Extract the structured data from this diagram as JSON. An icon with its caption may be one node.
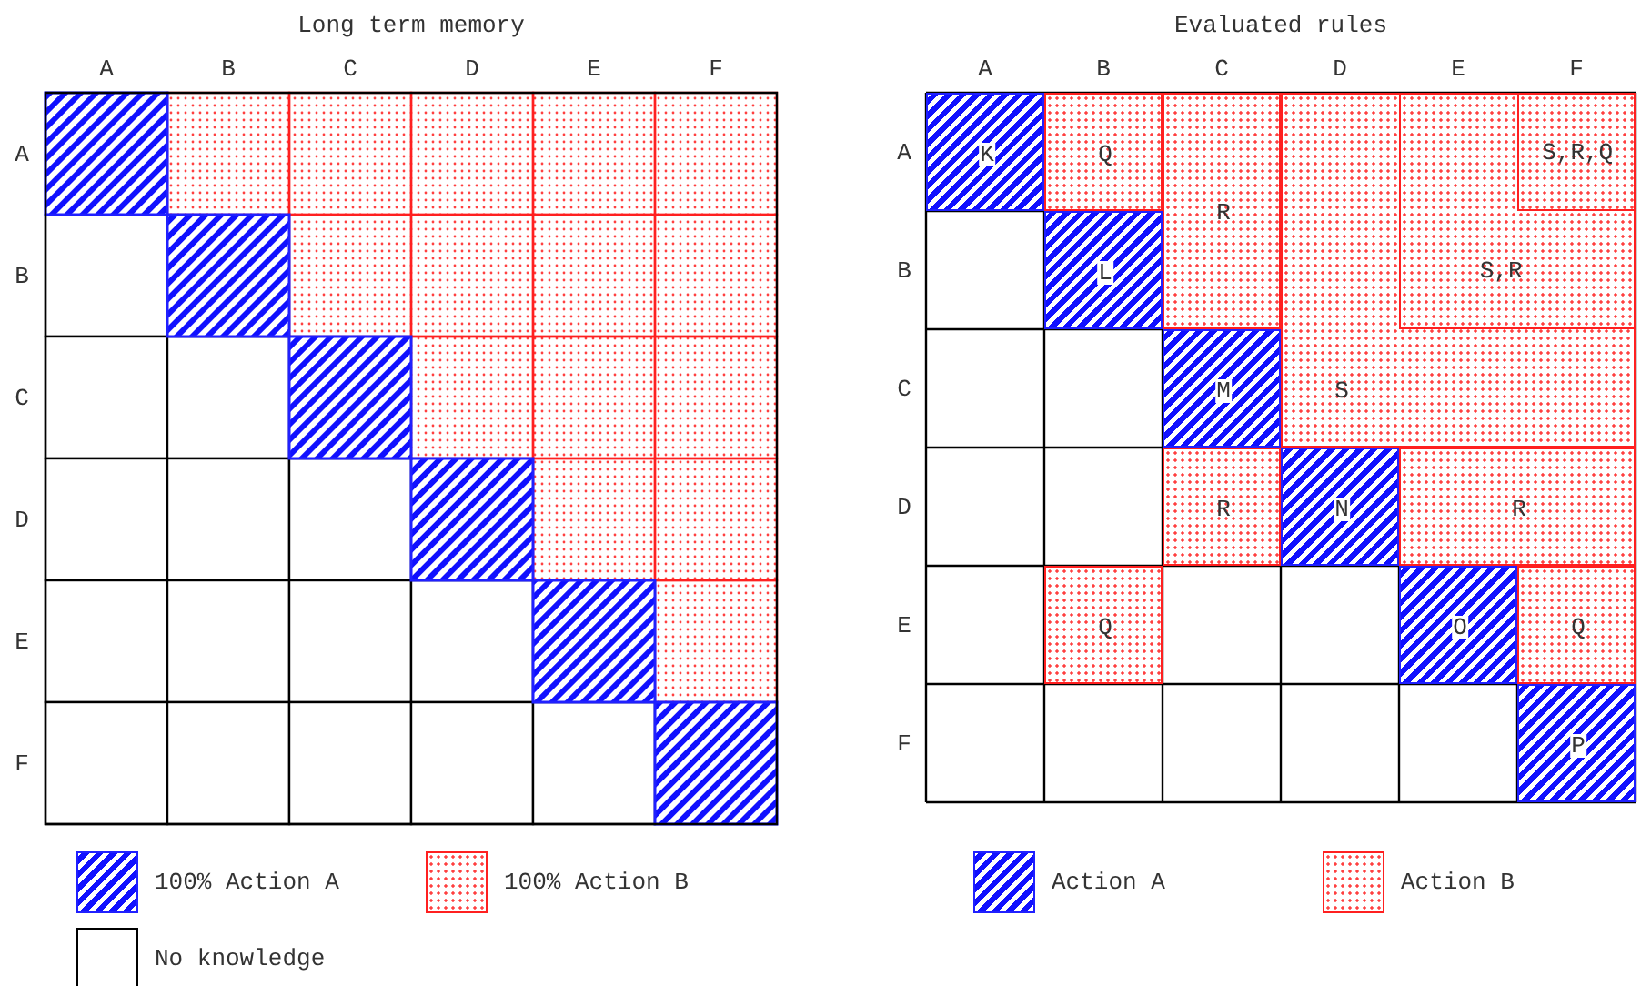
{
  "diagram": {
    "nodes": [
      {
        "text": [
          "K"
        ]
      },
      {
        "text": [
          "Q"
        ]
      },
      {
        "text": [
          "R"
        ]
      },
      {
        "text": [
          "S"
        ]
      },
      {
        "text": [
          "S,R"
        ],
        "in": 3
      },
      {
        "text": [
          "S,R,Q"
        ],
        "in": 4
      },
      {
        "text": [
          "L"
        ]
      },
      {
        "text": [
          "M"
        ]
      },
      {
        "text": [
          "R"
        ]
      },
      {
        "text": [
          "N"
        ]
      },
      {
        "text": [
          "R"
        ]
      },
      {
        "text": [
          "Q"
        ]
      },
      {
        "text": [
          "O"
        ]
      },
      {
        "text": [
          "Q"
        ]
      },
      {
        "text": [
          "P"
        ]
      }
    ],
    "labels": [
      "Long term memory",
      "Evaluated rules",
      "A",
      "B",
      "C",
      "D",
      "E",
      "F",
      "A",
      "B",
      "C",
      "D",
      "E",
      "F",
      "A",
      "A",
      "B",
      "B",
      "C",
      "C",
      "D",
      "D",
      "E",
      "E",
      "F",
      "F"
    ],
    "legend": [
      {
        "text": "100% Action A"
      },
      {
        "text": "100% Action B"
      },
      {
        "text": "No knowledge"
      },
      {
        "text": "Action A"
      },
      {
        "text": "Action B"
      }
    ]
  }
}
